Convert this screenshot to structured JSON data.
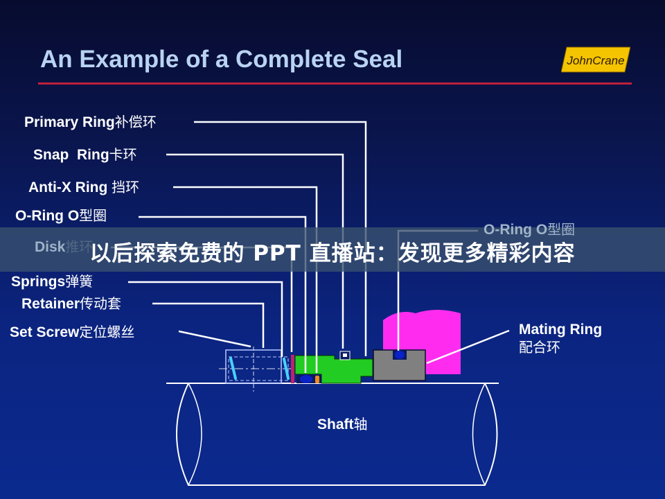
{
  "slide": {
    "title": "An Example of a Complete Seal",
    "logo_text": "JohnCrane",
    "colors": {
      "title": "#b9d3f2",
      "rule": "#c0203a",
      "primary_ring": "#22cc22",
      "mating_ring": "#808080",
      "gland": "#ff2cf0",
      "o_ring": "#0a22c8",
      "anti_x_ring": "#f08a20",
      "disk": "#c02070",
      "logo_bg": "#f5c400"
    }
  },
  "labels": {
    "primary_ring": {
      "en": "Primary Ring",
      "cn": "补偿环"
    },
    "snap_ring": {
      "en": "Snap  Ring",
      "cn": "卡环"
    },
    "anti_x_ring": {
      "en": "Anti-X Ring ",
      "cn": "挡环"
    },
    "o_ring_left": {
      "en": "O-Ring O",
      "cn": "型圈"
    },
    "disk": {
      "en": "Disk",
      "cn": "推环"
    },
    "springs": {
      "en": "Springs",
      "cn": "弹簧"
    },
    "retainer": {
      "en": "Retainer",
      "cn": "传动套"
    },
    "set_screw": {
      "en": "Set Screw",
      "cn": "定位螺丝"
    },
    "o_ring_right": {
      "en": "O-Ring O",
      "cn": "型圈"
    },
    "mating_ring": {
      "en": "Mating Ring",
      "cn": "配合环"
    },
    "shaft": {
      "en": "Shaft",
      "cn": "轴"
    }
  },
  "watermark": {
    "text": "以后探索免费的 PPT 直播站：发现更多精彩内容"
  }
}
